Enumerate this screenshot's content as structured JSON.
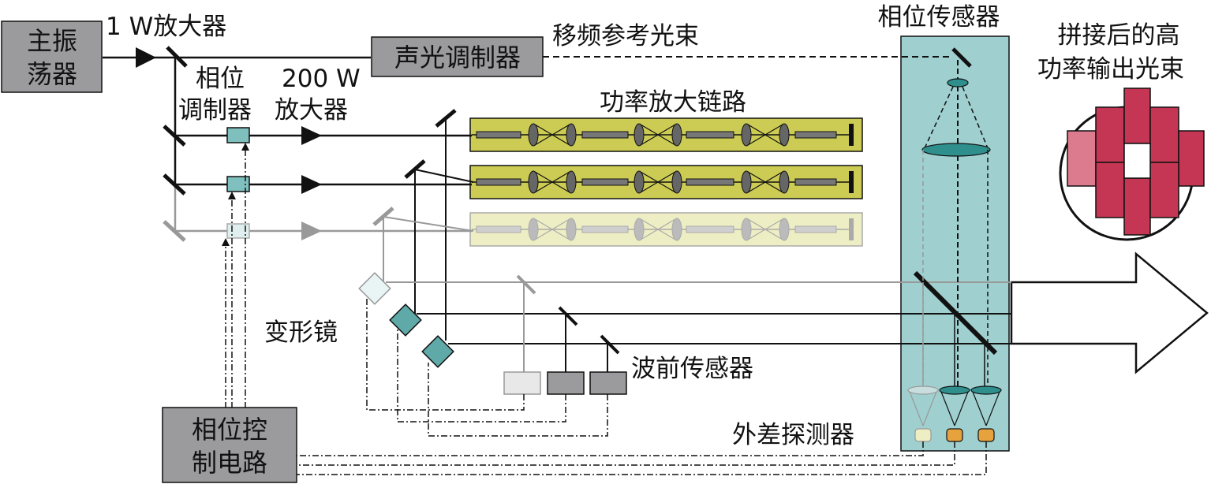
{
  "labels": {
    "master_oscillator": [
      "主振",
      "荡器"
    ],
    "amp_1w": "1 W放大器",
    "aom": "声光调制器",
    "freq_shift_beam": "移频参考光束",
    "phase_sensor": "相位传感器",
    "stitched_beam": [
      "拼接后的高",
      "功率输出光束"
    ],
    "phase_modulator": [
      "相位",
      "调制器"
    ],
    "amp_200w": [
      "200 W",
      "放大器"
    ],
    "power_amp_chain": "功率放大链路",
    "deformable_mirror": "变形镜",
    "wavefront_sensor": "波前传感器",
    "phase_control": [
      "相位控",
      "制电路"
    ],
    "heterodyne_detector": "外差探测器"
  },
  "colors": {
    "box_gray": "#9b9b9d",
    "teal": "#7fbfbd",
    "teal_dark": "#2f8f8d",
    "sensor_bg": "#9fcfcf",
    "chain_bg": "#cccc55",
    "chain_bg_faded": "#eeeec4",
    "red": "#c43653",
    "red_light": "#dc7a8e",
    "detector_orange": "#e6a33d",
    "line": "#111111",
    "faded": "#9a9a9a"
  }
}
